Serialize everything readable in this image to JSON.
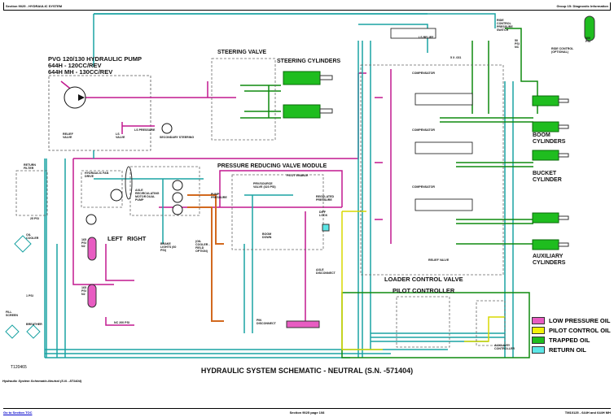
{
  "header": {
    "left": "Section 9025 - HYDRAULIC SYSTEM",
    "right": "Group 15: Diagnostic Information"
  },
  "colors": {
    "low_pressure": "#e85cc2",
    "pilot_control": "#f2f20a",
    "trapped": "#1fbd1f",
    "return": "#5ce6e6",
    "pressure_line": "#c2188f",
    "return_line": "#1aa3a3",
    "trapped_line": "#0e8a0e",
    "cooler_line": "#d2691e"
  },
  "labels": {
    "pump_title": "PVG 120/130 HYDRAULIC PUMP",
    "pump_644h": "644H - 120CC/REV",
    "pump_644hmh": "644H MH - 130CC/REV",
    "relief_valve": "RELIEF VALVE",
    "ls_valve": "LS VALVE",
    "ls_pressure": "LS PRESSURE",
    "secondary_steering": "SECONDARY STEERING",
    "steering_valve": "STEERING VALVE",
    "steering_cylinders": "STEERING CYLINDERS",
    "ls_relief": "LS RELIEF",
    "ride_control_switch": "RIDE CONTROL PRESSURE SWITCH",
    "ride_switch_psi": "50 PSI NC",
    "ride_control": "RIDE CONTROL (OPTIONAL)",
    "accum_psi": "300 PSI",
    "orifice": "5 X .031",
    "compensator": "COMPENSATOR",
    "boom_cylinders": "BOOM CYLINDERS",
    "bucket_cylinder": "BUCKET CYLINDER",
    "auxiliary_cylinders": "AUXILIARY CYLINDERS",
    "return_filter": "RETURN FILTER",
    "hyd_fan_drive": "HYDRAULIC FAN DRIVE",
    "axle_pump": "AXLE RECIRCULATING MOTOR DUAL PUMP",
    "prv_module": "PRESSURE REDUCING VALVE MODULE",
    "pilot_enable": "PILOT ENABLE",
    "prv_source": "PRV/SOURCE VALVE (323 PSI)",
    "pump_pressure": "PUMP PRESSURE",
    "regulated_pressure": "REGULATED PRESSURE",
    "diff_lock": "DIFF LOCK",
    "boom_down": "BOOM DOWN",
    "psi_25": "25 PSI",
    "oil_cooler": "OIL COOLER",
    "left": "LEFT",
    "right": "RIGHT",
    "brake_lights": "BRAKE LIGHTS (60 PSI)",
    "oil_cooler_field": "(OIL COOLER - FIELD OPTION)",
    "accum1": "165 PSI N2",
    "accum2": "165 PSI N2",
    "psi_1": "1 PSI",
    "fill_screen": "FILL SCREEN",
    "breather": "BREATHER",
    "psi_200": "NC 200 PSI",
    "axle_disconnect": "AXLE DISCONNECT",
    "pin_disconnect": "PIN DISCONNECT",
    "relief_valve_2": "RELIEF VALVE",
    "loader_control_valve": "LOADER CONTROL VALVE",
    "pilot_controller": "PILOT CONTROLLER",
    "auxiliary_controller": "AUXILIARY CONTROLLER"
  },
  "legend": [
    {
      "label": "LOW PRESSURE OIL",
      "color": "#e85cc2"
    },
    {
      "label": "PILOT CONTROL OIL",
      "color": "#f2f20a"
    },
    {
      "label": "TRAPPED OIL",
      "color": "#1fbd1f"
    },
    {
      "label": "RETURN OIL",
      "color": "#5ce6e6"
    }
  ],
  "figure_number": "T120465",
  "title": "HYDRAULIC SYSTEM SCHEMATIC - NEUTRAL (S.N. -571404)",
  "caption": "Hydraulic System Schematic-Neutral (S.N. -571404)",
  "footer": {
    "link": "Go to Section TOC",
    "center": "Section 9025 page 108",
    "right": "TM10125 - 644H and 644H MH"
  }
}
